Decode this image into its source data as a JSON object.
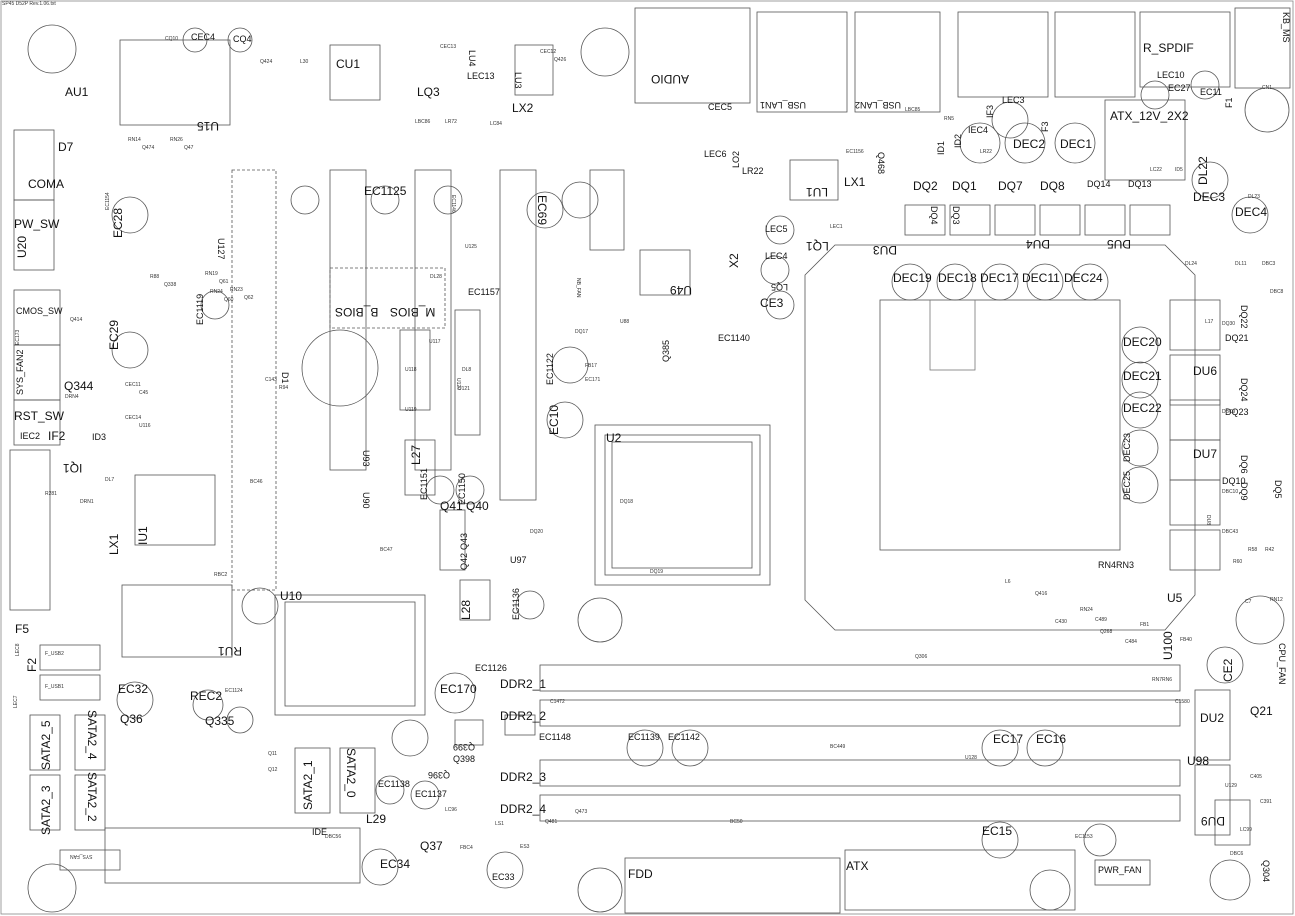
{
  "header": {
    "board_title": "SP45 D52P Rev.1.06.txt"
  },
  "labels": {
    "AU1": "AU1",
    "U15": "U15",
    "CEC4": "CEC4",
    "CQ4": "CQ4",
    "CQ10": "CQ10",
    "CU1": "CU1",
    "LQ3": "LQ3",
    "LU4": "LU4",
    "LU3": "LU3",
    "LX2": "LX2",
    "LEC13": "LEC13",
    "AUDIO": "AUDIO",
    "CEC5": "CEC5",
    "USB_LAN1": "USB_LAN1",
    "USB_LAN2": "USB_LAN2",
    "R_SPDIF": "R_SPDIF",
    "KB_MS": "KB_MS",
    "LEC10": "LEC10",
    "EC27": "EC27",
    "EC11": "EC11",
    "F1": "F1",
    "LEC3": "LEC3",
    "ID1": "ID1",
    "ID2": "ID2",
    "IEC4": "IEC4",
    "F3": "F3",
    "IF3": "IF3",
    "DEC2": "DEC2",
    "DEC1": "DEC1",
    "ATX_12V_2X2": "ATX_12V_2X2",
    "DL22": "DL22",
    "DEC3": "DEC3",
    "DEC4": "DEC4",
    "D7": "D7",
    "COMA": "COMA",
    "EC1154": "EC1154",
    "EC28": "EC28",
    "PW_SW": "PW_SW",
    "U20": "U20",
    "U127": "U127",
    "EC1125": "EC1125",
    "EC1146": "EC1146",
    "EC69": "EC69",
    "U125": "U125",
    "LEC6": "LEC6",
    "LO2": "LO2",
    "LR22": "LR22",
    "LU1": "LU1",
    "LX1": "LX1",
    "Q468": "Q468",
    "EC1156": "EC1156",
    "DQ2": "DQ2",
    "DQ1": "DQ1",
    "DQ7": "DQ7",
    "DQ8": "DQ8",
    "DQ14": "DQ14",
    "DQ13": "DQ13",
    "DQ4": "DQ4",
    "DQ3": "DQ3",
    "DU3": "DU3",
    "DU4": "DU4",
    "DU5": "DU5",
    "LEC5": "LEC5",
    "LQ1": "LQ1",
    "LEC4": "LEC4",
    "X2": "X2",
    "LQ5": "LQ5",
    "CE3": "CE3",
    "U49": "U49",
    "NB_FAN": "NB_FAN",
    "DEC19": "DEC19",
    "DEC18": "DEC18",
    "DEC17": "DEC17",
    "DEC11": "DEC11",
    "DEC24": "DEC24",
    "CMOS_SW": "CMOS_SW",
    "EC173": "EC173",
    "EC29": "EC29",
    "SYS_FAN2": "SYS_FAN2",
    "Q344": "Q344",
    "RST_SW": "RST_SW",
    "EC1119": "EC1119",
    "B_BIOS": "B_BIOS",
    "M_BIOS": "M_BIOS",
    "EC1157": "EC1157",
    "U88": "U88",
    "Q385": "Q385",
    "EC1140": "EC1140",
    "EC1122": "EC1122",
    "EC171": "EC171",
    "FB17": "FB17",
    "DEC20": "DEC20",
    "DEC21": "DEC21",
    "DEC22": "DEC22",
    "DEC23": "DEC23",
    "DEC25": "DEC25",
    "DU6": "DU6",
    "DU7": "DU7",
    "DU8": "DU8",
    "DQ21": "DQ21",
    "DQ22": "DQ22",
    "DQ24": "DQ24",
    "DQ23": "DQ23",
    "DQ6": "DQ6",
    "DQ10": "DQ10",
    "DQ5": "DQ5",
    "DQ9": "DQ9",
    "IEC2": "IEC2",
    "IF2": "IF2",
    "ID3": "ID3",
    "IQ1": "IQ1",
    "U93": "U93",
    "U90": "U90",
    "L27": "L27",
    "EC1151": "EC1151",
    "EC1150": "EC1150",
    "EC10": "EC10",
    "U2": "U2",
    "Q41": "Q41",
    "Q40": "Q40",
    "Q43": "Q43",
    "Q42": "Q42",
    "U97": "U97",
    "LX1b": "LX1",
    "IU1": "IU1",
    "RBC2": "RBC2",
    "U10": "U10",
    "L28": "L28",
    "EC1136": "EC1136",
    "U5": "U5",
    "U100": "U100",
    "CE2": "CE2",
    "CPU_FAN": "CPU_FAN",
    "F5": "F5",
    "LEC8": "LEC8",
    "F2": "F2",
    "F_USB2": "F_USB2",
    "F_USB1": "F_USB1",
    "LEC7": "LEC7",
    "EC32": "EC32",
    "Q36": "Q36",
    "REC2": "REC2",
    "EC1124": "EC1124",
    "Q335": "Q335",
    "RU1": "RU1",
    "EC170": "EC170",
    "DDR2_1": "DDR2_1",
    "DDR2_2": "DDR2_2",
    "EC1126": "EC1126",
    "SATA2_5": "SATA2_5",
    "SATA2_4": "SATA2_4",
    "SATA2_3": "SATA2_3",
    "SATA2_2": "SATA2_2",
    "SATA2_1": "SATA2_1",
    "SATA2_0": "SATA2_0",
    "EC1138": "EC1138",
    "Q398": "Q398",
    "Q396": "Q396",
    "Q399": "Q399",
    "EC1148": "EC1148",
    "EC1139": "EC1139",
    "EC1142": "EC1142",
    "EC17": "EC17",
    "EC16": "EC16",
    "DDR2_3": "DDR2_3",
    "DDR2_4": "DDR2_4",
    "EC1137": "EC1137",
    "Q11": "Q11",
    "Q12": "Q12",
    "L29": "L29",
    "IDE": "IDE",
    "Q37": "Q37",
    "EC34": "EC34",
    "EC33": "EC33",
    "SYS_FAN": "SYS_FAN",
    "FDD": "FDD",
    "ATX": "ATX",
    "EC15": "EC15",
    "EC1153": "EC1153",
    "PWR_FAN": "PWR_FAN",
    "Q304": "Q304",
    "DU2": "DU2",
    "Q21": "Q21",
    "U98": "U98",
    "DU9": "DU9",
    "RN7": "RN7RN6",
    "RN4": "RN4RN3",
    "U117": "U117",
    "U118": "U118",
    "U119": "U119",
    "U120": "U120",
    "U121": "U121",
    "L17": "L17",
    "D1": "D1",
    "CN1": "CN1",
    "LEC1": "LEC1"
  },
  "tiny_labels": [
    "RN14",
    "RN26",
    "RN19",
    "RN23",
    "RN24",
    "R88",
    "C143",
    "CEC11",
    "CEC14",
    "CEC12",
    "CEC13",
    "LBC86",
    "LR72",
    "LC84",
    "LBC85",
    "RN5",
    "LR22",
    "LC22",
    "ID5",
    "DL23",
    "DL24",
    "DL11",
    "DBC3",
    "DBC8",
    "DQ30",
    "DBC9",
    "DBC10",
    "DBC43",
    "DL7",
    "DL28",
    "DL8",
    "DQ17",
    "DQ18",
    "DQ19",
    "DQ20",
    "RN24",
    "C489",
    "C484",
    "FB1",
    "FB40",
    "C1580",
    "BC449",
    "U128",
    "U129",
    "LC99",
    "LC96",
    "LS1",
    "ES3",
    "BC50",
    "C7",
    "RN12",
    "R58",
    "R42",
    "R60",
    "C405",
    "C391",
    "DBC6",
    "DBC56",
    "FBC4",
    "BC47",
    "BC46",
    "R281",
    "DRN1",
    "DRN4",
    "Q414",
    "Q424",
    "L30",
    "L6",
    "Q416",
    "C430",
    "Q268",
    "Q306",
    "C1472",
    "Q481",
    "Q473",
    "Q474",
    "Q47",
    "Q61",
    "Q62",
    "Q60",
    "Q338",
    "R94",
    "C45",
    "U116",
    "Q426"
  ]
}
